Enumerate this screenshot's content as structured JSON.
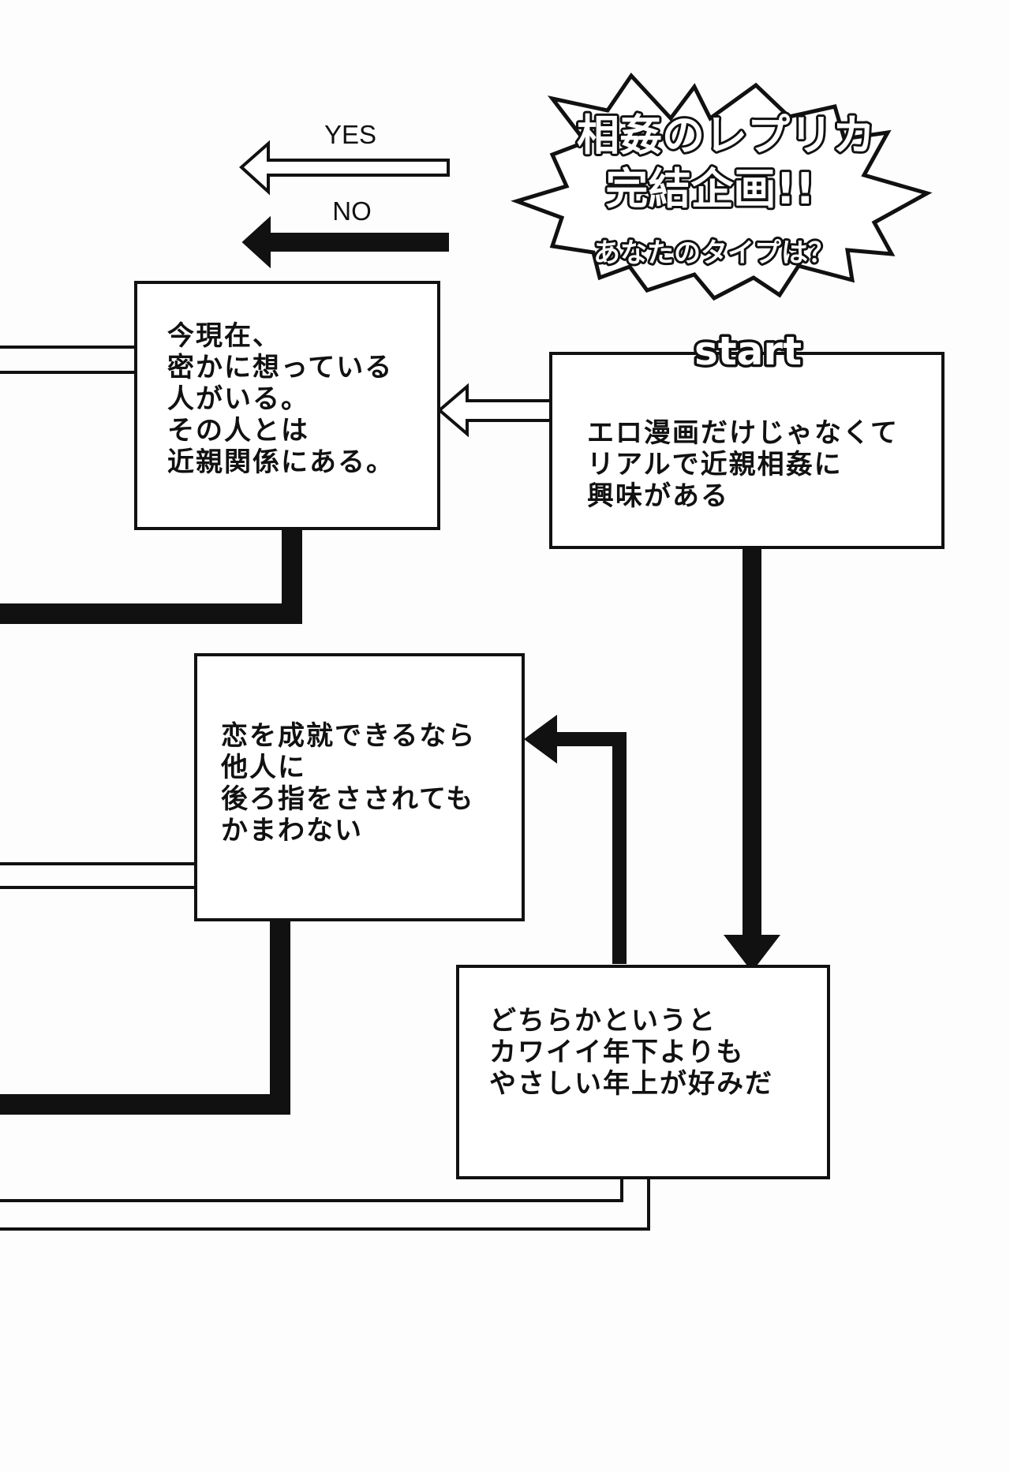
{
  "title": {
    "line1": "相姦のレプリカ",
    "line2": "完結企画!!",
    "line3": "あなたのタイプは？"
  },
  "legend": {
    "yes_label": "YES",
    "no_label": "NO"
  },
  "start_label": "start",
  "nodes": {
    "start_question": [
      "エロ漫画だけじゃなくて",
      "リアルで近親相姦に",
      "興味がある"
    ],
    "secret_love": [
      "今現在、",
      "密かに想っている",
      "人がいる。",
      "その人とは",
      "近親関係にある。"
    ],
    "older_younger": [
      "どちらかというと",
      "カワイイ年下よりも",
      "やさしい年上が好みだ"
    ],
    "love_fulfilled": [
      "恋を成就できるなら",
      "他人に",
      "後ろ指をさされても",
      "かまわない"
    ]
  }
}
